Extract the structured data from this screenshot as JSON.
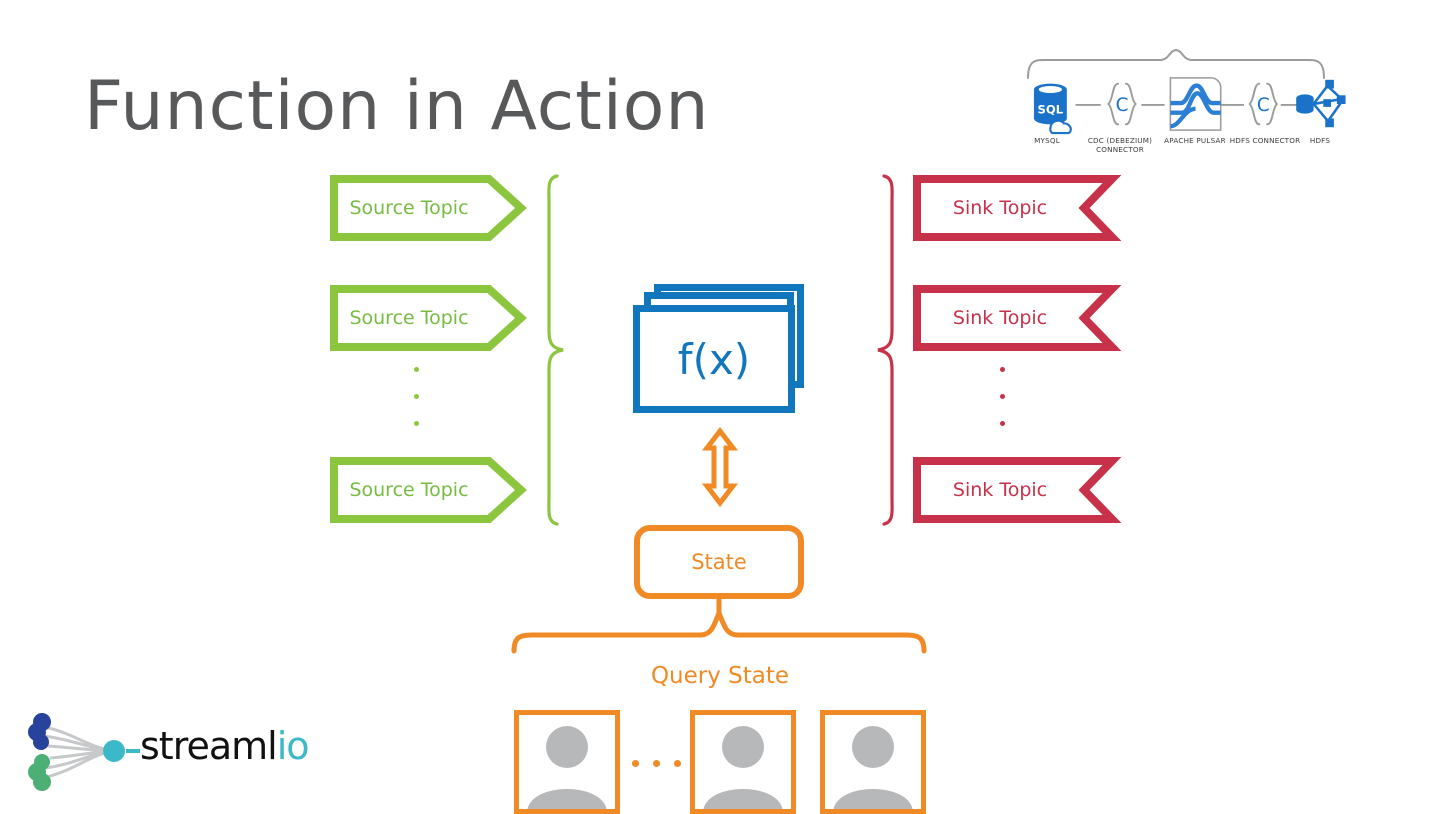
{
  "slide": {
    "title": "Function in Action",
    "background_color": "#ffffff",
    "title_color": "#58595b"
  },
  "colors": {
    "source_green": "#8cc63f",
    "source_text_green": "#76bc43",
    "sink_red": "#c8314a",
    "function_blue": "#1176bc",
    "state_orange": "#f08a24",
    "pipeline_blue": "#1a73c8",
    "avatar_gray": "#b6b8ba",
    "logo_teal": "#3cb9c9",
    "logo_blue": "#27439b",
    "logo_green": "#4caf76"
  },
  "pipeline": {
    "nodes": [
      {
        "icon": "mysql-database-icon",
        "label": "MYSQL"
      },
      {
        "icon": "connector-bracket-icon",
        "label": "CDC (DEBEZIUM) CONNECTOR"
      },
      {
        "icon": "apache-pulsar-icon",
        "label": "APACHE PULSAR"
      },
      {
        "icon": "connector-bracket-icon",
        "label": "HDFS CONNECTOR"
      },
      {
        "icon": "hdfs-cluster-icon",
        "label": "HDFS"
      }
    ],
    "bracket_above": true
  },
  "sources": {
    "brace_color": "#8cc63f",
    "items": [
      {
        "label": "Source Topic"
      },
      {
        "label": "Source Topic"
      },
      {
        "label": "Source Topic"
      }
    ],
    "ellipsis": "three-vertical-dots"
  },
  "sinks": {
    "brace_color": "#c8314a",
    "items": [
      {
        "label": "Sink Topic"
      },
      {
        "label": "Sink Topic"
      },
      {
        "label": "Sink Topic"
      }
    ],
    "ellipsis": "three-vertical-dots"
  },
  "function": {
    "label": "f(x)",
    "stacked_layers": 3
  },
  "state": {
    "label": "State",
    "arrow": "double-headed-vertical-arrow"
  },
  "query": {
    "label": "Query State",
    "consumers": [
      {
        "name": "user-1"
      },
      {
        "name": "user-2"
      },
      {
        "name": "user-3"
      }
    ],
    "ellipsis": "three-horizontal-dots"
  },
  "logo": {
    "text_primary": "streaml",
    "text_accent": "io"
  }
}
